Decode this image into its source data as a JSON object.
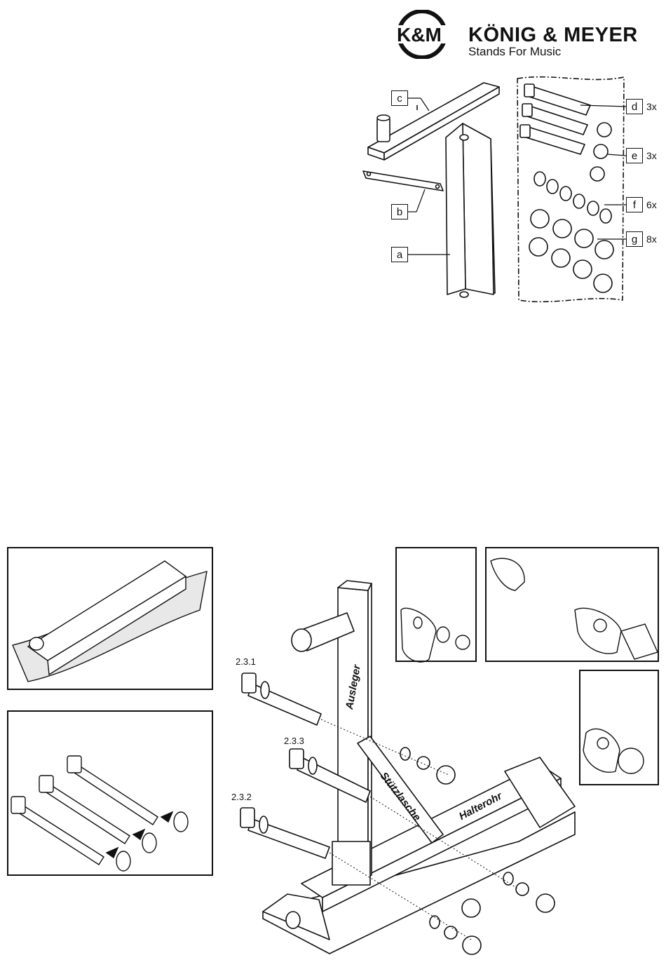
{
  "header": {
    "emblem": "K&M",
    "brand": "KÖNIG & MEYER",
    "tagline": "Stands For Music"
  },
  "parts": [
    {
      "letter": "a",
      "qty": ""
    },
    {
      "letter": "b",
      "qty": ""
    },
    {
      "letter": "c",
      "qty": ""
    },
    {
      "letter": "d",
      "qty": "3x"
    },
    {
      "letter": "e",
      "qty": "3x"
    },
    {
      "letter": "f",
      "qty": "6x"
    },
    {
      "letter": "g",
      "qty": "8x"
    }
  ],
  "steps": {
    "s1": "2.3.1",
    "s2": "2.3.2",
    "s3": "2.3.3"
  },
  "labels": {
    "ausleger": "Ausleger",
    "stuetzlasche": "Stützlasche",
    "halterohr": "Halterohr"
  }
}
